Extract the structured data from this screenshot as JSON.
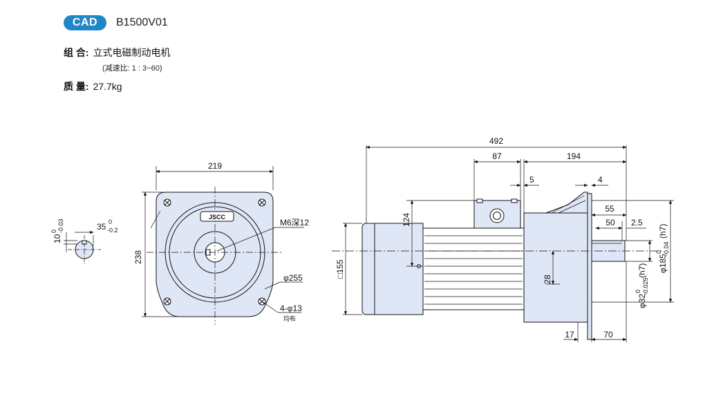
{
  "header": {
    "badge": "CAD",
    "model": "B1500V01",
    "combination_label": "组 合:",
    "combination_value": "立式电磁制动电机",
    "ratio_note": "(减速比: 1 : 3~60)",
    "mass_label": "质 量:",
    "mass_value": "27.7kg"
  },
  "colors": {
    "badge": "#1f86c8",
    "part_fill": "#dfe7f7",
    "line": "#111111"
  },
  "shaft_view": {
    "key_height": "10",
    "key_height_tol_upper": "0",
    "key_height_tol_lower": "-0.03",
    "key_depth": "35",
    "key_depth_tol_upper": "0",
    "key_depth_tol_lower": "-0.2"
  },
  "front_view": {
    "width": "219",
    "height": "238",
    "logo_text": "JSCC",
    "tap_note": "M6深12",
    "pcd": "φ255",
    "holes": "4-φ13",
    "holes_note": "均布"
  },
  "side_view": {
    "overall_length": "492",
    "box_width": "87",
    "gear_length": "194",
    "offset_5": "5",
    "flange_4": "4",
    "dim_124": "124",
    "shaft_55": "55",
    "shaft_50": "50",
    "shaft_2_5": "2.5",
    "motor_square": "□155",
    "dim_28": "28",
    "shaft_dia": "φ32",
    "shaft_dia_tol_upper": "0",
    "shaft_dia_tol_lower": "-0.025",
    "shaft_dia_fit": "(h7)",
    "pilot_dia": "φ185",
    "pilot_dia_tol_upper": "0",
    "pilot_dia_tol_lower": "-0.04",
    "pilot_dia_fit": "(h7)",
    "dim_17": "17",
    "dim_70": "70"
  }
}
